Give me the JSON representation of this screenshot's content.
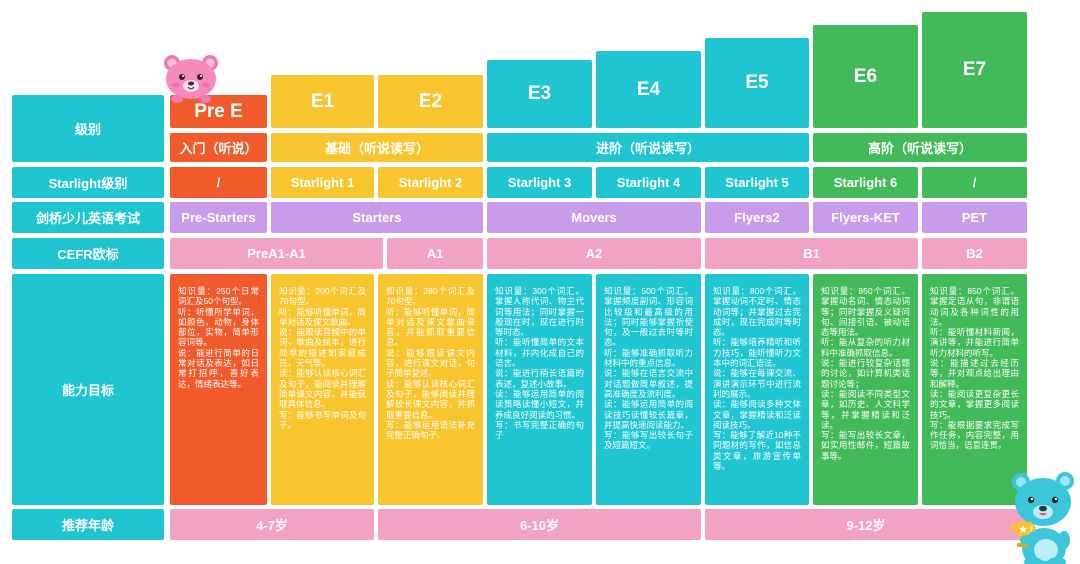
{
  "colors": {
    "teal": "#1fc6d2",
    "orange": "#f15a2b",
    "yellow": "#f9c52e",
    "green": "#42ba5a",
    "purple": "#c89cea",
    "pink": "#f2a2c2",
    "text": "#ffffff",
    "bear_pink": "#f58bbb",
    "bear_teal": "#3cc6da",
    "trophy": "#f7c42b"
  },
  "icons": {
    "left_mascot": "pink-bear-icon",
    "right_mascot": "teal-bear-trophy-icon"
  },
  "row_labels": {
    "level": "级别",
    "starlight": "Starlight级别",
    "cambridge": "剑桥少儿英语考试",
    "cefr": "CEFR欧标",
    "ability": "能力目标",
    "age": "推荐年龄"
  },
  "levels": [
    "Pre E",
    "E1",
    "E2",
    "E3",
    "E4",
    "E5",
    "E6",
    "E7"
  ],
  "stages": [
    "入门（听说）",
    "基础（听说读写）",
    "进阶（听说读写）",
    "高阶（听说读写）"
  ],
  "starlight": [
    "/",
    "Starlight 1",
    "Starlight 2",
    "Starlight 3",
    "Starlight 4",
    "Starlight 5",
    "Starlight 6",
    "/"
  ],
  "cambridge": [
    "Pre-Starters",
    "Starters",
    "Movers",
    "Flyers2",
    "Flyers-KET",
    "PET"
  ],
  "cefr": [
    "PreA1-A1",
    "A1",
    "A2",
    "B1",
    "B2"
  ],
  "ability": [
    [
      "知识量：250个日常词汇及50个句型。",
      "听：听懂所学单词，如颜色，动物，身体部位，实物，简单形容词等。",
      "说：能进行简单的日常对话及表达，如日常打招呼，喜好表达，情绪表达等。"
    ],
    [
      "知识量：200个词汇及70句型。",
      "听：能够听懂单词，简单对话及课文歌曲。",
      "说：能跟读音频中的单词，歌曲及绘本，进行简单的描述如家庭成员，天气等。",
      "读：能够认读核心词汇及句子，能阅读并理解简单课文内容，并能获取具体信息。",
      "写：能够书写单词及句子。"
    ],
    [
      "知识量：280个词汇及70句型。",
      "听：能够听懂单词，简单对话及课文歌曲录音，并能抓取重要信息。",
      "说：能够跟读课文内容，进行课文对话，句子简单复述。",
      "读：能够认读核心词汇及句子，能够阅读并理解较长课文内容，并抓取重要信息。",
      "写：能够运用语法补充完整正确句子。"
    ],
    [
      "知识量：300个词汇。掌握人称代词、物主代词等用法；同时掌握一般现在时，现在进行时等时态。",
      "听：能听懂简单的文本材料，并内化成自己的语言。",
      "说：能进行稍长语篇的表述，复述小故事。",
      "读：能够运用简单的阅读策略读懂小短文，并养成良好阅读的习惯。",
      "写：书写完整正确的句子"
    ],
    [
      "知识量：500个词汇。掌握频度副词、形容词比较级和最高级的用法；同时能够掌握祈使句，及一般过去时等时态。",
      "听：能够准确抓取听力材料中的重点信息。",
      "说：能够在语言交流中对话题做简单叙述，提高准确度及流利度。",
      "读：能够运用简单的阅读技巧读懂较长篇章，并提高快速阅读能力。",
      "写：能够写出较长句子及短篇短文。"
    ],
    [
      "知识量：800个词汇。掌握动词不定时、情态动词等；并掌握过去完成时，现在完成时等时态。",
      "听：能够培养精听和听力技巧，能听懂听力文本中的词汇语法。",
      "说：能够在每课交流、演讲演示环节中进行流利的展示。",
      "读：能够阅读多种文体文章，掌握精读和泛读阅读技巧。",
      "写：能够了解近10种不同题材的写作，如信息类文章，旅游宣传单等。"
    ],
    [
      "知识量：850个词汇。掌握动名词、情态动词等；同时掌握反义疑问句、间接引语、被动语态等用法。",
      "听：能从复杂的听力材料中准确抓取信息。",
      "说：能进行较复杂话题的讨论，如计算机类话题讨论等；",
      "读：能阅读不同类型文章，如历史、人文科学等，并掌握精读和泛读。",
      "写：能写出较长文章，如实用性邮件，短篇故事等。"
    ],
    [
      "知识量：850个词汇。掌握定语从句，非谓语动词及各种词性的用法。",
      "听：能听懂材料新闻，演讲等，并能进行简单听力材料的听写。",
      "说：能描述过去经历等，并对观点给出理由和解释。",
      "读：能阅读更复杂更长的文章，掌握更多阅读技巧。",
      "写：能根据要求完成写作任务，内容完整，用词恰当，语意连贯。"
    ]
  ],
  "ages": [
    "4-7岁",
    "6-10岁",
    "9-12岁"
  ]
}
